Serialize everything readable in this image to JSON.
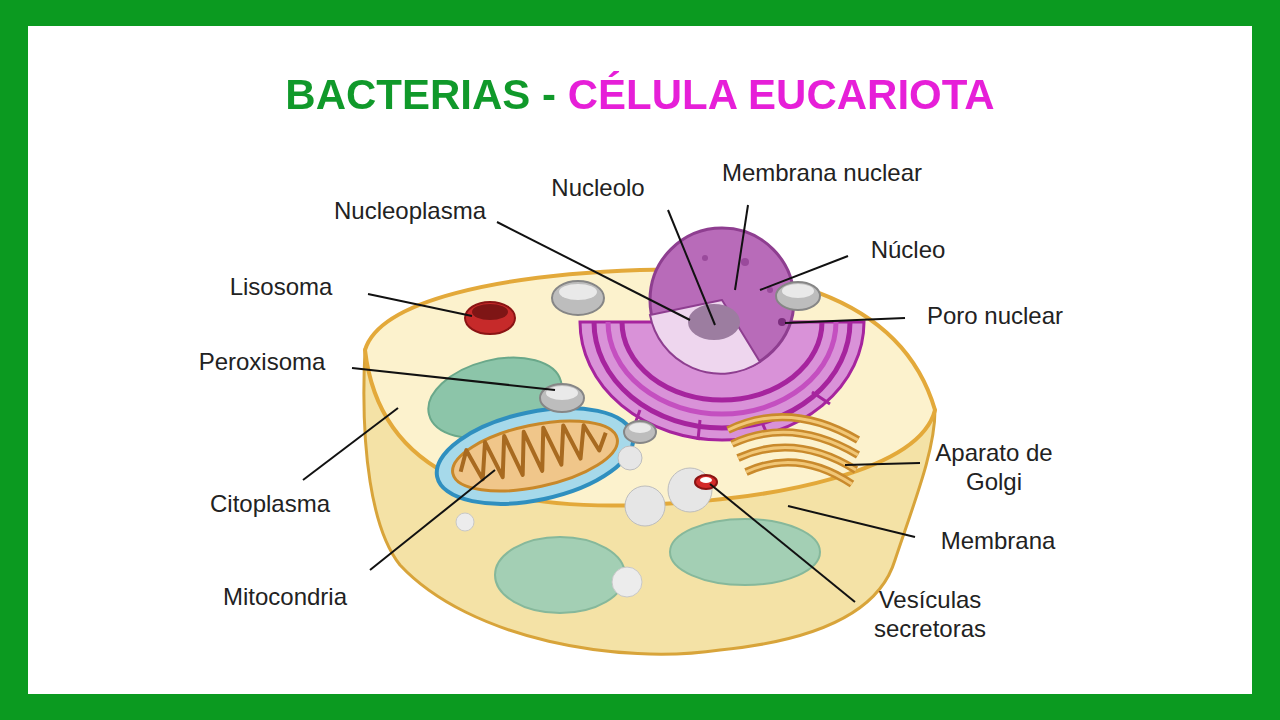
{
  "diagram": {
    "title": "BACTERIAS - CÉLULA EUCARIOTA",
    "labels": [
      "Membrana nuclear",
      "Nucleolo",
      "Nucleoplasma",
      "Núcleo",
      "Lisosoma",
      "Poro nuclear",
      "Peroxisoma",
      "Aparato de Golgi",
      "Citoplasma",
      "Membrana",
      "Mitocondria",
      "Vesículas secretoras"
    ]
  }
}
